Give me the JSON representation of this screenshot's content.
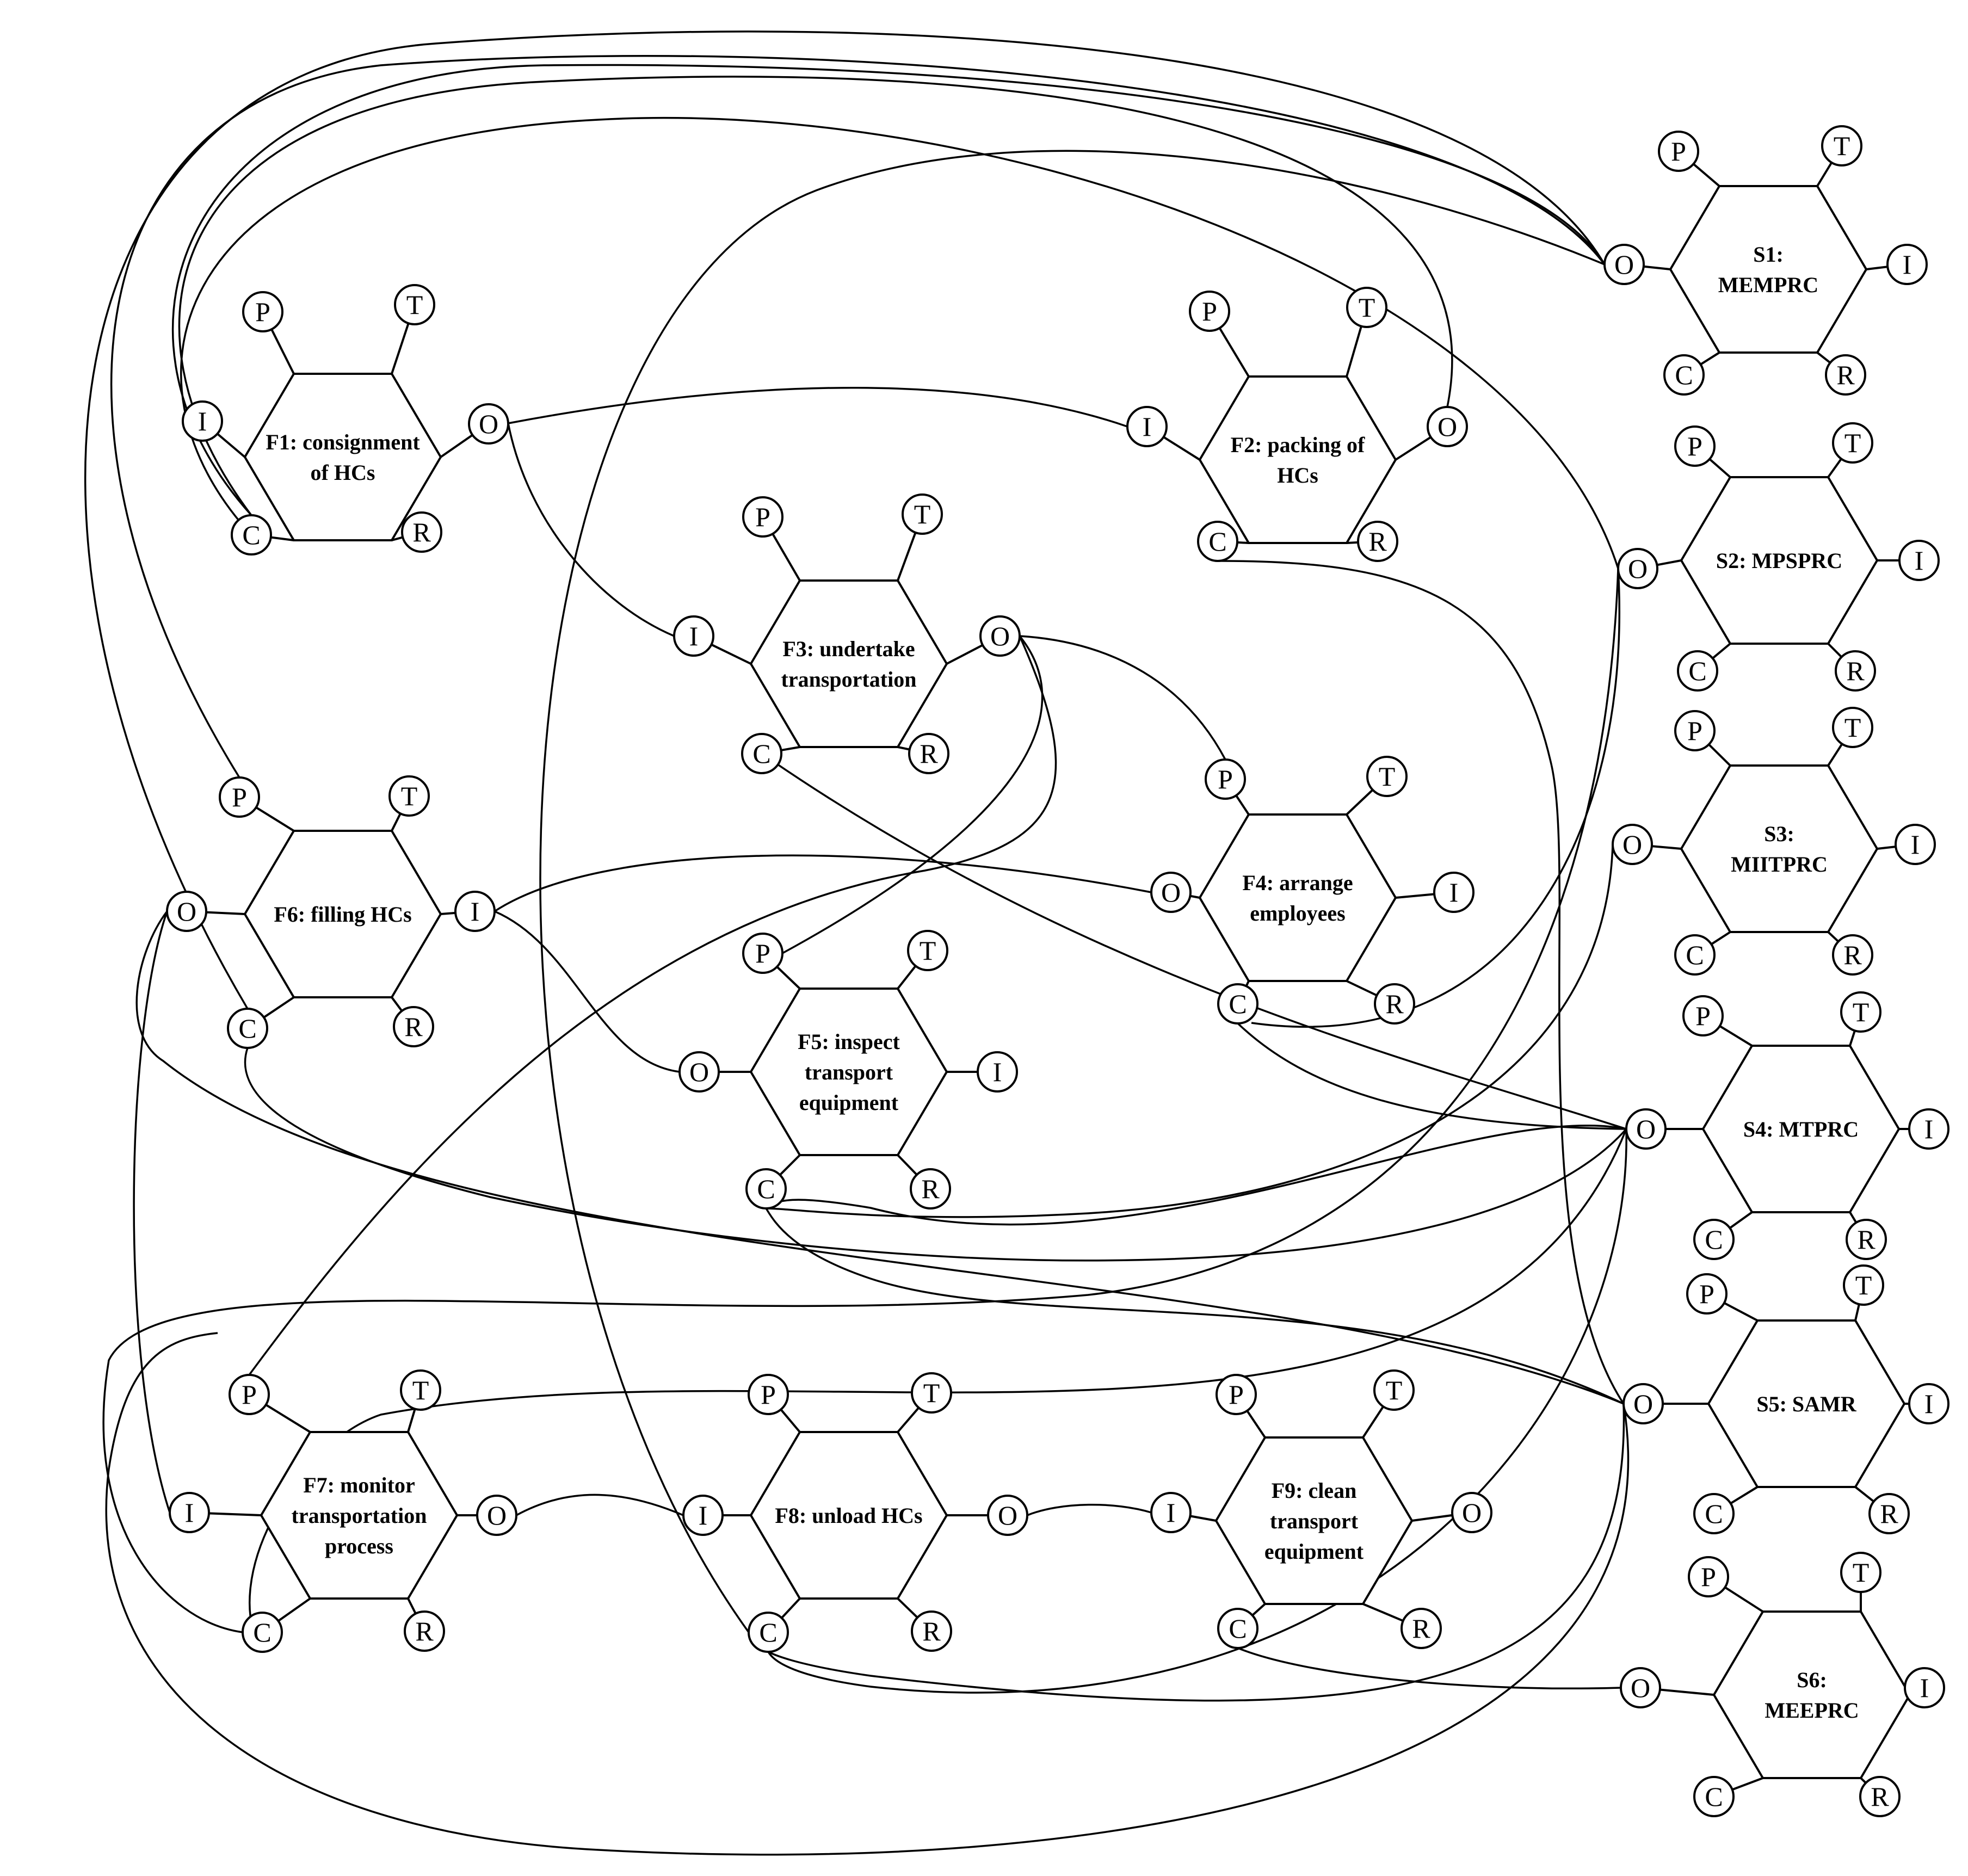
{
  "functions": [
    {
      "id": "F1",
      "label_lines": [
        "F1: consignment",
        "of HCs"
      ]
    },
    {
      "id": "F2",
      "label_lines": [
        "F2: packing of",
        "HCs"
      ]
    },
    {
      "id": "F3",
      "label_lines": [
        "F3: undertake",
        "transportation"
      ]
    },
    {
      "id": "F4",
      "label_lines": [
        "F4: arrange",
        "employees"
      ]
    },
    {
      "id": "F5",
      "label_lines": [
        "F5: inspect",
        "transport",
        "equipment"
      ]
    },
    {
      "id": "F6",
      "label_lines": [
        "F6: filling HCs"
      ]
    },
    {
      "id": "F7",
      "label_lines": [
        "F7: monitor",
        "transportation",
        "process"
      ]
    },
    {
      "id": "F8",
      "label_lines": [
        "F8: unload HCs"
      ]
    },
    {
      "id": "F9",
      "label_lines": [
        "F9: clean",
        "transport",
        "equipment"
      ]
    },
    {
      "id": "S1",
      "label_lines": [
        "S1:",
        "MEMPRC"
      ]
    },
    {
      "id": "S2",
      "label_lines": [
        "S2: MPSPRC"
      ]
    },
    {
      "id": "S3",
      "label_lines": [
        "S3:",
        "MIITPRC"
      ]
    },
    {
      "id": "S4",
      "label_lines": [
        "S4: MTPRC"
      ]
    },
    {
      "id": "S5",
      "label_lines": [
        "S5: SAMR"
      ]
    },
    {
      "id": "S6",
      "label_lines": [
        "S6:",
        "MEEPRC"
      ]
    }
  ],
  "aspects": {
    "time": "T",
    "control": "C",
    "output": "O",
    "resource": "R",
    "precondition": "P",
    "input": "I"
  },
  "couplings": [
    {
      "from": "F1.O",
      "to": "F2.I"
    },
    {
      "from": "F1.O",
      "to": "F3.I"
    },
    {
      "from": "F2.O",
      "to": "F1.C"
    },
    {
      "from": "F3.O",
      "to": "F4.P"
    },
    {
      "from": "F3.O",
      "to": "F5.P"
    },
    {
      "from": "F3.O",
      "to": "F7.P"
    },
    {
      "from": "F4.O",
      "to": "F6.I"
    },
    {
      "from": "F5.O",
      "to": "F6.I"
    },
    {
      "from": "F6.O",
      "to": "F7.I"
    },
    {
      "from": "F7.O",
      "to": "F8.I"
    },
    {
      "from": "F8.O",
      "to": "F9.I"
    },
    {
      "from": "S1.O",
      "to": "F1.C"
    },
    {
      "from": "S1.O",
      "to": "F6.P"
    },
    {
      "from": "S1.O",
      "to": "F6.C"
    },
    {
      "from": "S1.O",
      "to": "F8.C"
    },
    {
      "from": "S2.O",
      "to": "F1.C"
    },
    {
      "from": "S2.O",
      "to": "F4.C"
    },
    {
      "from": "S2.O",
      "to": "F7.C"
    },
    {
      "from": "S3.O",
      "to": "F5.C"
    },
    {
      "from": "S4.O",
      "to": "F3.C"
    },
    {
      "from": "S4.O",
      "to": "F4.C"
    },
    {
      "from": "S4.O",
      "to": "F5.C"
    },
    {
      "from": "S4.O",
      "to": "F6.C"
    },
    {
      "from": "S4.O",
      "to": "F7.C"
    },
    {
      "from": "S4.O",
      "to": "F8.C"
    },
    {
      "from": "S5.O",
      "to": "F2.C"
    },
    {
      "from": "S5.O",
      "to": "F5.C"
    },
    {
      "from": "S5.O",
      "to": "F6.O"
    },
    {
      "from": "S5.O",
      "to": "F8.C"
    },
    {
      "from": "S6.O",
      "to": "F9.C"
    }
  ]
}
